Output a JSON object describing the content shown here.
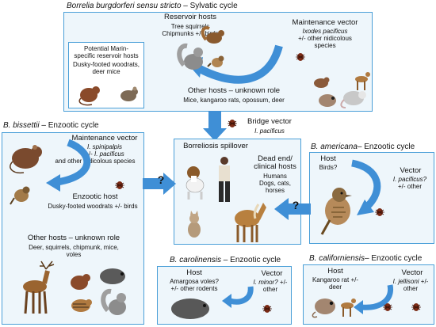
{
  "sylvatic": {
    "title_species": "Borrelia burgdorferi sensu stricto",
    "title_rest": " – Sylvatic cycle",
    "reservoir_heading": "Reservoir hosts",
    "reservoir_line1": "Tree squirrels",
    "reservoir_line2": "Chipmunks +/- birds",
    "vector_heading": "Maintenance vector",
    "vector_species": "Ixodes pacificus",
    "vector_line2": "+/- other nidicolous",
    "vector_line3": "species",
    "marin_heading1": "Potential Marin-",
    "marin_heading2": "specific reservoir hosts",
    "marin_line1": "Dusky-footed woodrats,",
    "marin_line2": "deer mice",
    "other_heading": "Other hosts – unknown role",
    "other_line": "Mice, kangaroo rats, opossum, deer"
  },
  "bridge": {
    "heading": "Bridge vector",
    "species": "I. pacificus"
  },
  "spillover": {
    "heading": "Borreliosis spillover",
    "dead_end1": "Dead end/",
    "dead_end2": "clinical hosts",
    "line1": "Humans",
    "line2": "Dogs, cats,",
    "line3": "horses",
    "question": "?"
  },
  "bissettii": {
    "title_species": "B. bissettii",
    "title_rest": " – Enzootic cycle",
    "vector_heading": "Maintenance vector",
    "vector_species": "I. spinipalpis",
    "vector_line2_pre": "+/- ",
    "vector_line2_species": "I. pacificus",
    "vector_line3": "and other nidicolous species",
    "host_heading": "Enzootic host",
    "host_line": "Dusky-footed woodrats +/- birds",
    "other_heading": "Other hosts – unknown role",
    "other_line1": "Deer, squirrels, chipmunk, mice,",
    "other_line2": "voles",
    "question": "?"
  },
  "americana": {
    "title_species": "B. americana",
    "title_rest": "– Enzootic cycle",
    "host_heading": "Host",
    "host_line": "Birds?",
    "vector_heading": "Vector",
    "vector_species": "I. pacificus?",
    "vector_line2": "+/- other",
    "question": "?"
  },
  "carolinensis": {
    "title_species": "B. carolinensis",
    "title_rest": " – Enzootic cycle",
    "host_heading": "Host",
    "host_line1": "Amargosa voles?",
    "host_line2": "+/- other rodents",
    "vector_heading": "Vector",
    "vector_species": "I. minor?",
    "vector_line1_rest": " +/-",
    "vector_line2": "other"
  },
  "californiensis": {
    "title_species": "B. californiensis",
    "title_rest": "– Enzootic cycle",
    "host_heading": "Host",
    "host_line1": "Kangaroo rat +/-",
    "host_line2": "deer",
    "vector_heading": "Vector",
    "vector_species": "I. jellisoni",
    "vector_line1_rest": " +/-",
    "vector_line2": "other"
  },
  "colors": {
    "box_fill": "#eef6fb",
    "border": "#4a9fd8",
    "arrow": "#3f8fd6"
  }
}
